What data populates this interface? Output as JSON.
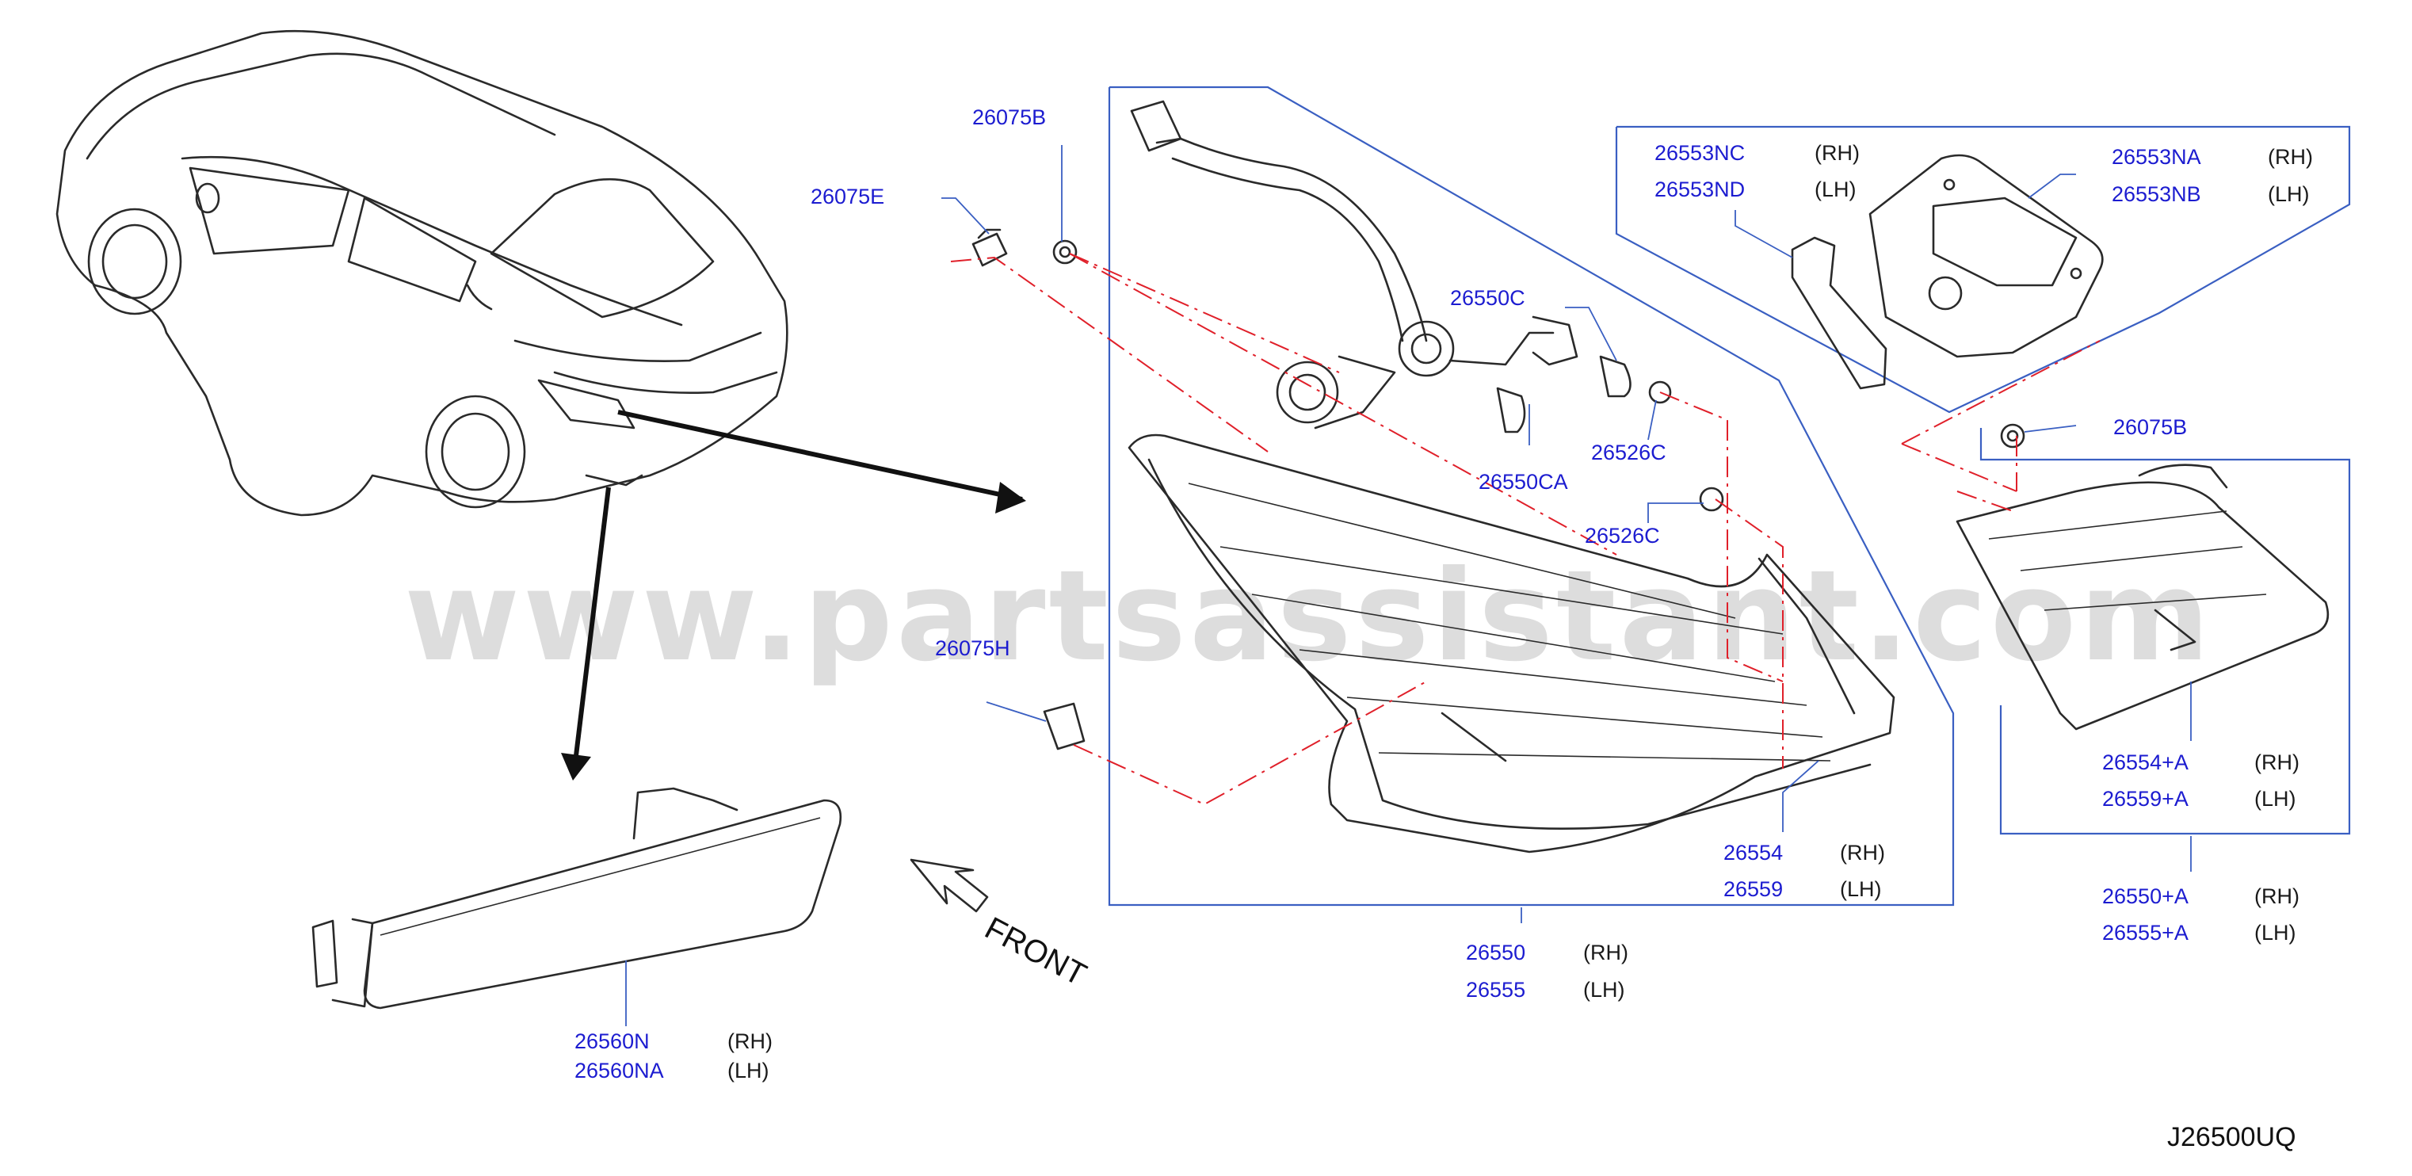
{
  "watermark": "www.partsassistant.com",
  "diagram_code": "J26500UQ",
  "front_label": "FRONT",
  "labels": {
    "p26075E": "26075E",
    "p26075B_top": "26075B",
    "p26075H": "26075H",
    "p26075B_right": "26075B",
    "p26550C": "26550C",
    "p26550CA": "26550CA",
    "p26526C_a": "26526C",
    "p26526C_b": "26526C",
    "p26553NC": "26553NC",
    "p26553ND": "26553ND",
    "p26553NA": "26553NA",
    "p26553NB": "26553NB",
    "p26554": "26554",
    "p26559": "26559",
    "p26550": "26550",
    "p26555": "26555",
    "p26554A": "26554+A",
    "p26559A": "26559+A",
    "p26550A": "26550+A",
    "p26555A": "26555+A",
    "p26560N": "26560N",
    "p26560NA": "26560NA"
  },
  "sides": {
    "rh": "(RH)",
    "lh": "(LH)"
  }
}
